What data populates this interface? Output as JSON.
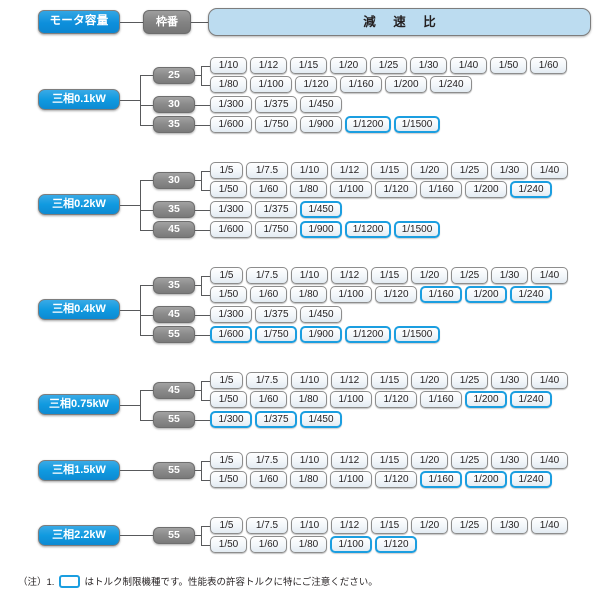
{
  "header": {
    "motor_capacity": "モータ容量",
    "frame_no": "枠番",
    "ratio": "減 速 比"
  },
  "footer": {
    "prefix": "（注）1.",
    "swatch_icon": "blue-outline-box-icon",
    "text": "はトルク制限機種です。性能表の許容トルクに特にご注意ください。"
  },
  "legend": {
    "highlight_color": "#1b9ee0",
    "motor_color": "#109ae0",
    "frame_color": "#8a8a8a",
    "banner_color": "#bcdcf0"
  },
  "groups": [
    {
      "motor": "三相0.1kW",
      "frames": [
        {
          "frame": "25",
          "rows": [
            {
              "cells": [
                {
                  "t": "1/10",
                  "hl": false
                },
                {
                  "t": "1/12",
                  "hl": false
                },
                {
                  "t": "1/15",
                  "hl": false
                },
                {
                  "t": "1/20",
                  "hl": false
                },
                {
                  "t": "1/25",
                  "hl": false
                },
                {
                  "t": "1/30",
                  "hl": false
                },
                {
                  "t": "1/40",
                  "hl": false
                },
                {
                  "t": "1/50",
                  "hl": false
                },
                {
                  "t": "1/60",
                  "hl": false
                }
              ]
            },
            {
              "cells": [
                {
                  "t": "1/80",
                  "hl": false
                },
                {
                  "t": "1/100",
                  "hl": false
                },
                {
                  "t": "1/120",
                  "hl": false
                },
                {
                  "t": "1/160",
                  "hl": false
                },
                {
                  "t": "1/200",
                  "hl": false
                },
                {
                  "t": "1/240",
                  "hl": false
                }
              ]
            }
          ]
        },
        {
          "frame": "30",
          "rows": [
            {
              "cells": [
                {
                  "t": "1/300",
                  "hl": false
                },
                {
                  "t": "1/375",
                  "hl": false
                },
                {
                  "t": "1/450",
                  "hl": false
                }
              ]
            }
          ]
        },
        {
          "frame": "35",
          "rows": [
            {
              "cells": [
                {
                  "t": "1/600",
                  "hl": false
                },
                {
                  "t": "1/750",
                  "hl": false
                },
                {
                  "t": "1/900",
                  "hl": false
                },
                {
                  "t": "1/1200",
                  "hl": true
                },
                {
                  "t": "1/1500",
                  "hl": true
                }
              ]
            }
          ]
        }
      ]
    },
    {
      "motor": "三相0.2kW",
      "frames": [
        {
          "frame": "30",
          "rows": [
            {
              "cells": [
                {
                  "t": "1/5",
                  "hl": false
                },
                {
                  "t": "1/7.5",
                  "hl": false
                },
                {
                  "t": "1/10",
                  "hl": false
                },
                {
                  "t": "1/12",
                  "hl": false
                },
                {
                  "t": "1/15",
                  "hl": false
                },
                {
                  "t": "1/20",
                  "hl": false
                },
                {
                  "t": "1/25",
                  "hl": false
                },
                {
                  "t": "1/30",
                  "hl": false
                },
                {
                  "t": "1/40",
                  "hl": false
                }
              ]
            },
            {
              "cells": [
                {
                  "t": "1/50",
                  "hl": false
                },
                {
                  "t": "1/60",
                  "hl": false
                },
                {
                  "t": "1/80",
                  "hl": false
                },
                {
                  "t": "1/100",
                  "hl": false
                },
                {
                  "t": "1/120",
                  "hl": false
                },
                {
                  "t": "1/160",
                  "hl": false
                },
                {
                  "t": "1/200",
                  "hl": false
                },
                {
                  "t": "1/240",
                  "hl": true
                }
              ]
            }
          ]
        },
        {
          "frame": "35",
          "rows": [
            {
              "cells": [
                {
                  "t": "1/300",
                  "hl": false
                },
                {
                  "t": "1/375",
                  "hl": false
                },
                {
                  "t": "1/450",
                  "hl": true
                }
              ]
            }
          ]
        },
        {
          "frame": "45",
          "rows": [
            {
              "cells": [
                {
                  "t": "1/600",
                  "hl": false
                },
                {
                  "t": "1/750",
                  "hl": false
                },
                {
                  "t": "1/900",
                  "hl": true
                },
                {
                  "t": "1/1200",
                  "hl": true
                },
                {
                  "t": "1/1500",
                  "hl": true
                }
              ]
            }
          ]
        }
      ]
    },
    {
      "motor": "三相0.4kW",
      "frames": [
        {
          "frame": "35",
          "rows": [
            {
              "cells": [
                {
                  "t": "1/5",
                  "hl": false
                },
                {
                  "t": "1/7.5",
                  "hl": false
                },
                {
                  "t": "1/10",
                  "hl": false
                },
                {
                  "t": "1/12",
                  "hl": false
                },
                {
                  "t": "1/15",
                  "hl": false
                },
                {
                  "t": "1/20",
                  "hl": false
                },
                {
                  "t": "1/25",
                  "hl": false
                },
                {
                  "t": "1/30",
                  "hl": false
                },
                {
                  "t": "1/40",
                  "hl": false
                }
              ]
            },
            {
              "cells": [
                {
                  "t": "1/50",
                  "hl": false
                },
                {
                  "t": "1/60",
                  "hl": false
                },
                {
                  "t": "1/80",
                  "hl": false
                },
                {
                  "t": "1/100",
                  "hl": false
                },
                {
                  "t": "1/120",
                  "hl": false
                },
                {
                  "t": "1/160",
                  "hl": true
                },
                {
                  "t": "1/200",
                  "hl": true
                },
                {
                  "t": "1/240",
                  "hl": true
                }
              ]
            }
          ]
        },
        {
          "frame": "45",
          "rows": [
            {
              "cells": [
                {
                  "t": "1/300",
                  "hl": false
                },
                {
                  "t": "1/375",
                  "hl": false
                },
                {
                  "t": "1/450",
                  "hl": false
                }
              ]
            }
          ]
        },
        {
          "frame": "55",
          "rows": [
            {
              "cells": [
                {
                  "t": "1/600",
                  "hl": true
                },
                {
                  "t": "1/750",
                  "hl": true
                },
                {
                  "t": "1/900",
                  "hl": true
                },
                {
                  "t": "1/1200",
                  "hl": true
                },
                {
                  "t": "1/1500",
                  "hl": true
                }
              ]
            }
          ]
        }
      ]
    },
    {
      "motor": "三相0.75kW",
      "frames": [
        {
          "frame": "45",
          "rows": [
            {
              "cells": [
                {
                  "t": "1/5",
                  "hl": false
                },
                {
                  "t": "1/7.5",
                  "hl": false
                },
                {
                  "t": "1/10",
                  "hl": false
                },
                {
                  "t": "1/12",
                  "hl": false
                },
                {
                  "t": "1/15",
                  "hl": false
                },
                {
                  "t": "1/20",
                  "hl": false
                },
                {
                  "t": "1/25",
                  "hl": false
                },
                {
                  "t": "1/30",
                  "hl": false
                },
                {
                  "t": "1/40",
                  "hl": false
                }
              ]
            },
            {
              "cells": [
                {
                  "t": "1/50",
                  "hl": false
                },
                {
                  "t": "1/60",
                  "hl": false
                },
                {
                  "t": "1/80",
                  "hl": false
                },
                {
                  "t": "1/100",
                  "hl": false
                },
                {
                  "t": "1/120",
                  "hl": false
                },
                {
                  "t": "1/160",
                  "hl": false
                },
                {
                  "t": "1/200",
                  "hl": true
                },
                {
                  "t": "1/240",
                  "hl": true
                }
              ]
            }
          ]
        },
        {
          "frame": "55",
          "rows": [
            {
              "cells": [
                {
                  "t": "1/300",
                  "hl": true
                },
                {
                  "t": "1/375",
                  "hl": true
                },
                {
                  "t": "1/450",
                  "hl": true
                }
              ]
            }
          ]
        }
      ]
    },
    {
      "motor": "三相1.5kW",
      "frames": [
        {
          "frame": "55",
          "rows": [
            {
              "cells": [
                {
                  "t": "1/5",
                  "hl": false
                },
                {
                  "t": "1/7.5",
                  "hl": false
                },
                {
                  "t": "1/10",
                  "hl": false
                },
                {
                  "t": "1/12",
                  "hl": false
                },
                {
                  "t": "1/15",
                  "hl": false
                },
                {
                  "t": "1/20",
                  "hl": false
                },
                {
                  "t": "1/25",
                  "hl": false
                },
                {
                  "t": "1/30",
                  "hl": false
                },
                {
                  "t": "1/40",
                  "hl": false
                }
              ]
            },
            {
              "cells": [
                {
                  "t": "1/50",
                  "hl": false
                },
                {
                  "t": "1/60",
                  "hl": false
                },
                {
                  "t": "1/80",
                  "hl": false
                },
                {
                  "t": "1/100",
                  "hl": false
                },
                {
                  "t": "1/120",
                  "hl": false
                },
                {
                  "t": "1/160",
                  "hl": true
                },
                {
                  "t": "1/200",
                  "hl": true
                },
                {
                  "t": "1/240",
                  "hl": true
                }
              ]
            }
          ]
        }
      ]
    },
    {
      "motor": "三相2.2kW",
      "frames": [
        {
          "frame": "55",
          "rows": [
            {
              "cells": [
                {
                  "t": "1/5",
                  "hl": false
                },
                {
                  "t": "1/7.5",
                  "hl": false
                },
                {
                  "t": "1/10",
                  "hl": false
                },
                {
                  "t": "1/12",
                  "hl": false
                },
                {
                  "t": "1/15",
                  "hl": false
                },
                {
                  "t": "1/20",
                  "hl": false
                },
                {
                  "t": "1/25",
                  "hl": false
                },
                {
                  "t": "1/30",
                  "hl": false
                },
                {
                  "t": "1/40",
                  "hl": false
                }
              ]
            },
            {
              "cells": [
                {
                  "t": "1/50",
                  "hl": false
                },
                {
                  "t": "1/60",
                  "hl": false
                },
                {
                  "t": "1/80",
                  "hl": false
                },
                {
                  "t": "1/100",
                  "hl": true
                },
                {
                  "t": "1/120",
                  "hl": true
                }
              ]
            }
          ]
        }
      ]
    }
  ]
}
